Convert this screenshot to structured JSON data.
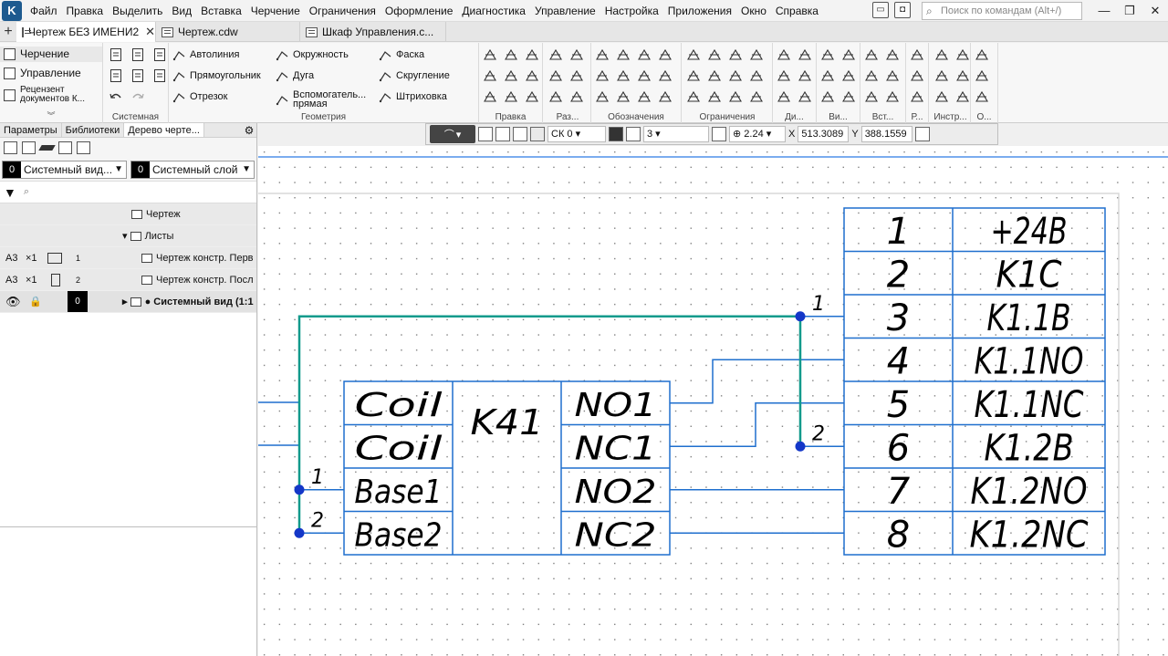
{
  "menubar": {
    "logo": "K",
    "items": [
      "Файл",
      "Правка",
      "Выделить",
      "Вид",
      "Вставка",
      "Черчение",
      "Ограничения",
      "Оформление",
      "Диагностика",
      "Управление",
      "Настройка",
      "Приложения",
      "Окно",
      "Справка"
    ],
    "search_placeholder": "Поиск по командам (Alt+/)"
  },
  "tabs": [
    {
      "label": "Чертеж БЕЗ ИМЕНИ2",
      "active": true
    },
    {
      "label": "Чертеж.cdw",
      "active": false
    },
    {
      "label": "Шкаф Управления.с...",
      "active": false
    }
  ],
  "ribbon": {
    "left_items": [
      {
        "label": "Черчение"
      },
      {
        "label": "Управление"
      },
      {
        "label": "Рецензент документов К..."
      }
    ],
    "system_label": "Системная",
    "geometry_label": "Геометрия",
    "geometry_tools": [
      "Автолиния",
      "Прямоугольник",
      "Отрезок",
      "Окружность",
      "Дуга",
      "Вспомогатель... прямая",
      "Фаска",
      "Скругление",
      "Штриховка"
    ],
    "group_labels": [
      "Правка",
      "Раз...",
      "Обозначения",
      "Ограничения",
      "Ди...",
      "Ви...",
      "Вст...",
      "Р...",
      "Инстр...",
      "О..."
    ]
  },
  "propbar": {
    "cs": "СК 0",
    "step": "3",
    "zoom": "2.24",
    "x_label": "X",
    "x_value": "513.3089",
    "y_label": "Y",
    "y_value": "388.1559"
  },
  "panel": {
    "tabs": [
      "Параметры",
      "Библиотеки",
      "Дерево черте..."
    ],
    "view_select": {
      "num": "0",
      "label": "Системный вид..."
    },
    "layer_select": {
      "num": "0",
      "label": "Системный слой"
    },
    "tree": {
      "root": "Чертеж",
      "sheets": "Листы",
      "rows": [
        {
          "fmt": "А3",
          "mult": "×1",
          "num": "1",
          "label": "Чертеж констр. Перв"
        },
        {
          "fmt": "А3",
          "mult": "×1",
          "num": "2",
          "label": "Чертеж констр. Посл"
        }
      ],
      "view": {
        "layer": "0",
        "label": "● Системный вид (1:1"
      }
    }
  },
  "drawing": {
    "relay": {
      "name": "K41",
      "left_pins": [
        "Coil",
        "Coil",
        "Base1",
        "Base2"
      ],
      "right_pins": [
        "NO1",
        "NC1",
        "NO2",
        "NC2"
      ]
    },
    "terminal": {
      "numbers": [
        "1",
        "2",
        "3",
        "4",
        "5",
        "6",
        "7",
        "8"
      ],
      "labels": [
        "+24В",
        "K1C",
        "K1.1B",
        "K1.1NO",
        "K1.1NC",
        "K1.2B",
        "K1.2NO",
        "K1.2NC"
      ]
    },
    "bus_labels": [
      "1",
      "2",
      "1",
      "2"
    ],
    "colors": {
      "wire": "#1f6fce",
      "bus": "#129a8c",
      "node": "#1437c8"
    }
  }
}
